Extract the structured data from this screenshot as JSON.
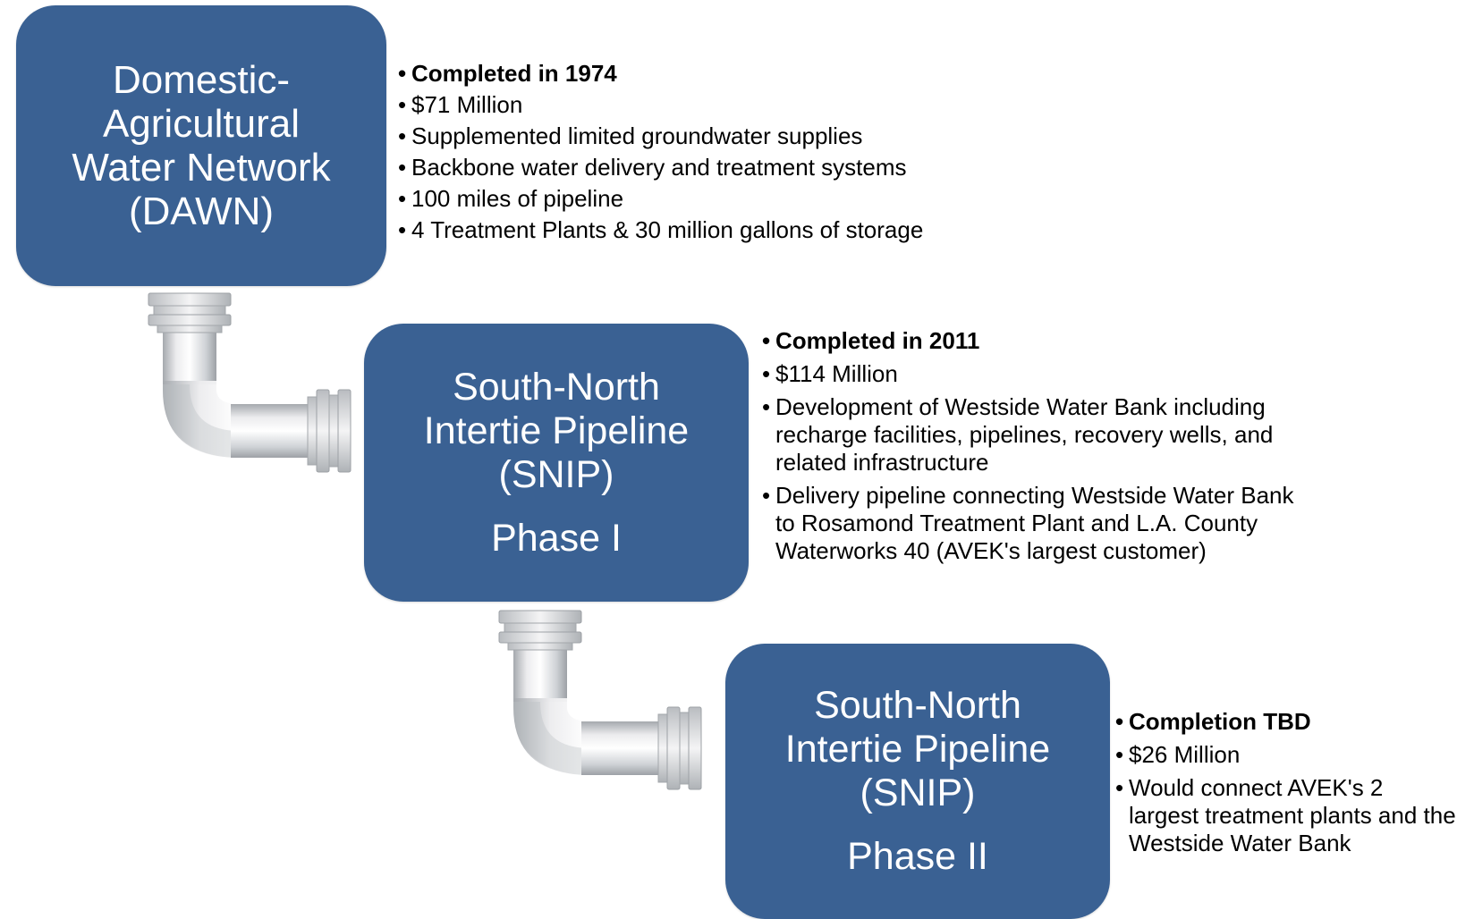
{
  "stages": [
    {
      "title": "Domestic-\nAgricultural\nWater Network\n(DAWN)",
      "phase": "",
      "bullets": [
        "Completed in 1974",
        "$71 Million",
        "Supplemented limited groundwater supplies",
        "Backbone water delivery and treatment systems",
        "100 miles of pipeline",
        "4 Treatment Plants & 30 million gallons of storage"
      ]
    },
    {
      "title": "South-North\nIntertie Pipeline\n(SNIP)",
      "phase": "Phase I",
      "bullets": [
        "Completed in 2011",
        "$114 Million",
        "Development of Westside Water Bank including recharge facilities, pipelines, recovery wells, and related infrastructure",
        "Delivery pipeline connecting Westside Water Bank to Rosamond Treatment Plant and L.A. County Waterworks 40 (AVEK's largest customer)"
      ]
    },
    {
      "title": "South-North\nIntertie Pipeline\n(SNIP)",
      "phase": "Phase II",
      "bullets": [
        "Completion TBD",
        "$26 Million",
        "Would connect AVEK's 2 largest treatment plants and the Westside Water Bank"
      ]
    }
  ],
  "colors": {
    "box_fill": "#3a6193",
    "box_text": "#ffffff",
    "body_text": "#000000",
    "pipe": "#c9cdd2"
  },
  "icons": [
    "pipe-elbow-icon",
    "pipe-elbow-icon"
  ]
}
